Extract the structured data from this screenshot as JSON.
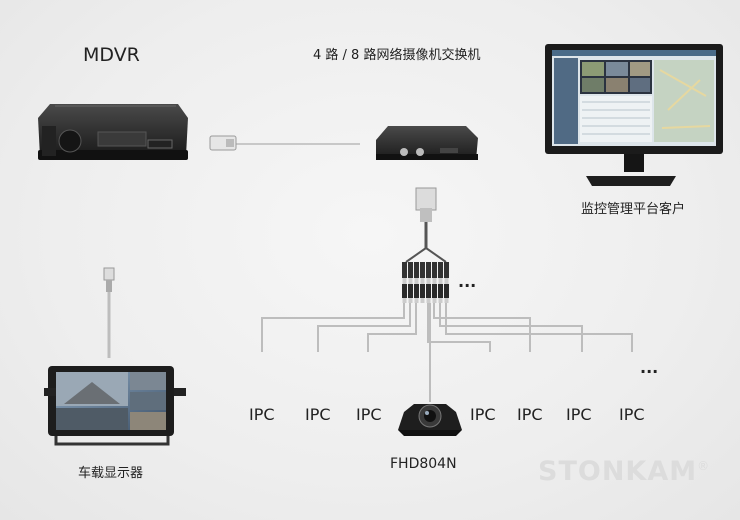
{
  "labels": {
    "mdvr": "MDVR",
    "switch": "4 路 / 8 路网络摄像机交换机",
    "platform": "监控管理平台客户",
    "display": "车载显示器",
    "camera_model": "FHD804N",
    "more_top": "...",
    "more_right": "..."
  },
  "ipc_labels": [
    "IPC",
    "IPC",
    "IPC",
    "IPC",
    "IPC",
    "IPC",
    "IPC"
  ],
  "brand": {
    "name": "STONKAM",
    "mark": "®"
  },
  "colors": {
    "background": "#efefef",
    "device_body": "#2b2b2b",
    "cable": "#b9b9b9",
    "watermark": "#dcdcdc"
  }
}
